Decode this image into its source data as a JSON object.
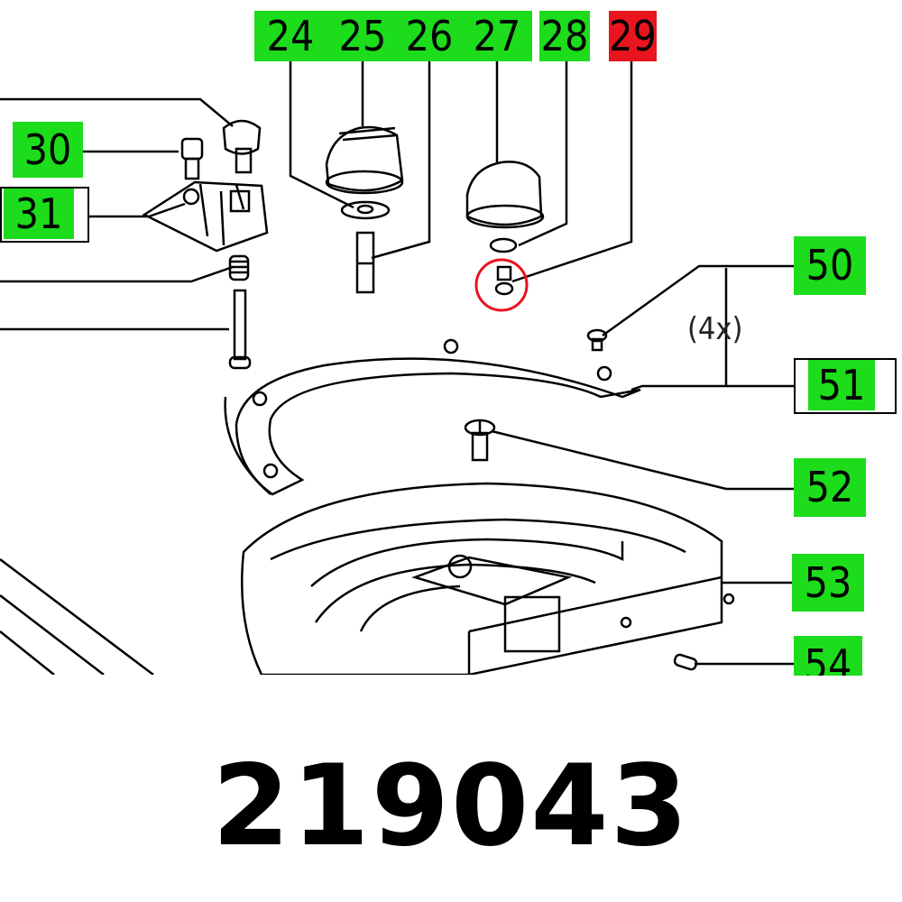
{
  "callouts": {
    "c24": "24",
    "c25": "25",
    "c26": "26",
    "c27": "27",
    "c28": "28",
    "c29": "29",
    "c30": "30",
    "c31": "31",
    "c50": "50",
    "c51": "51",
    "c52": "52",
    "c53": "53",
    "c54": "54"
  },
  "highlight_color": "#1cdc1c",
  "selected_color": "#e8141e",
  "multiplier_note": "(4x)",
  "part_number": "219043"
}
